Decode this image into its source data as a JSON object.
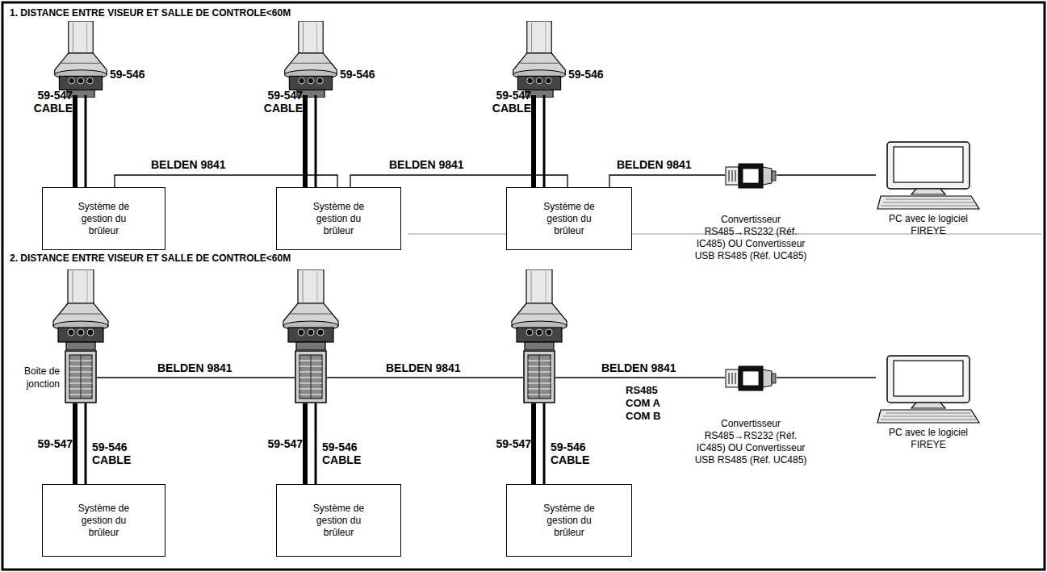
{
  "diagram": {
    "nodes": [
      {
        "text": [
          "Système de gestion du brûleur"
        ]
      },
      {
        "text": [
          "Système de gestion du brûleur"
        ]
      },
      {
        "text": [
          "Système de gestion du brûleur"
        ]
      },
      {
        "text": [
          "Convertisseur RS485→RS232 (Réf. IC485) OU Convertisseur USB RS485 (Réf. UC485)"
        ]
      },
      {
        "text": [
          "PC avec le logiciel FIREYE"
        ]
      },
      {
        "text": [
          "Système de gestion du brûleur"
        ]
      },
      {
        "text": [
          "Système de gestion du brûleur"
        ]
      },
      {
        "text": [
          "Système de gestion du brûleur"
        ]
      },
      {
        "text": [
          "Convertisseur RS485→RS232 (Réf. IC485) OU Convertisseur USB RS485 (Réf. UC485)"
        ]
      },
      {
        "text": [
          "PC avec le logiciel FIREYE"
        ]
      }
    ],
    "edges": [
      {
        "from": 0,
        "to": 1,
        "arrow": "none",
        "label": "BELDEN 9841"
      },
      {
        "from": 1,
        "to": 2,
        "arrow": "none",
        "label": "BELDEN 9841"
      },
      {
        "from": 2,
        "to": 3,
        "arrow": "none",
        "label": "BELDEN 9841"
      },
      {
        "from": 3,
        "to": 4,
        "arrow": "none"
      },
      {
        "from": 8,
        "to": 9,
        "arrow": "none"
      }
    ],
    "labels": [
      "1. DISTANCE ENTRE VISEUR ET SALLE DE CONTROLE<60M",
      "59-547 CABLE",
      "59-546",
      "59-547 CABLE",
      "59-546",
      "59-547 CABLE",
      "59-546",
      "2. DISTANCE ENTRE VISEUR ET SALLE DE CONTROLE<60M",
      "Boite de jonction",
      "BELDEN 9841",
      "BELDEN 9841",
      "BELDEN 9841",
      "RS485 COM A COM B",
      "59-547",
      "59-546 CABLE",
      "59-547",
      "59-546 CABLE",
      "59-547",
      "59-546 CABLE"
    ]
  }
}
